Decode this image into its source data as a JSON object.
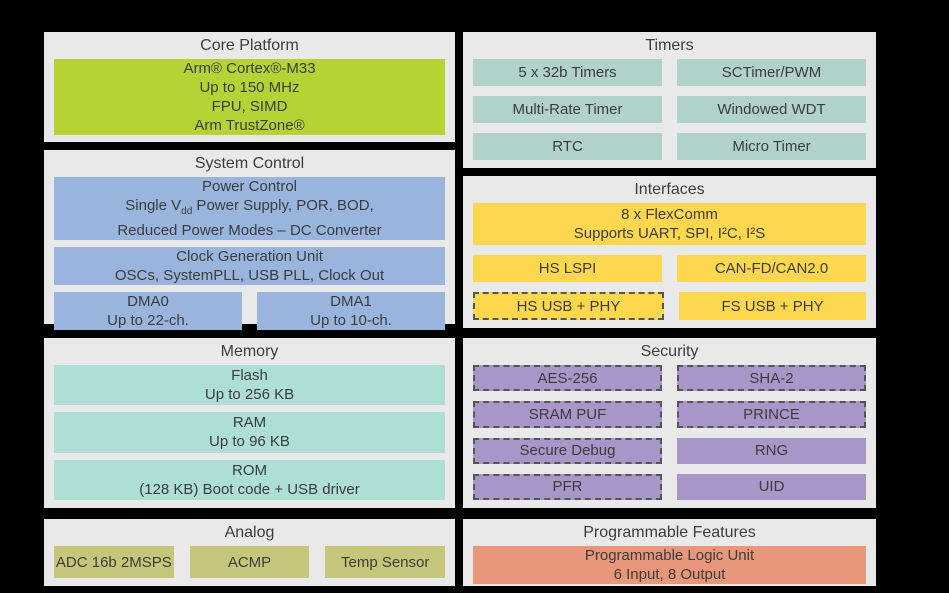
{
  "colors": {
    "background": "#000000",
    "panel_bg": "#e9e9e9",
    "panel_border": "#000000",
    "text": "#3c3c3c",
    "core_green": "#b5d334",
    "system_blue": "#99b5dd",
    "memory_teal": "#aedfd6",
    "timers_teal": "#b1d2ca",
    "interfaces_yellow": "#fdd84e",
    "security_purple": "#a996c9",
    "programmable_orange": "#e9977a",
    "analog_olive": "#c6c67b",
    "dashed_border": "#555555"
  },
  "core_platform": {
    "title": "Core Platform",
    "cpu": {
      "line1": "Arm® Cortex®-M33",
      "line2": "Up to 150 MHz",
      "line3": "FPU, SIMD",
      "line4": "Arm TrustZone®"
    }
  },
  "system_control": {
    "title": "System Control",
    "power": {
      "line1": "Power Control",
      "line2_pre": "Single V",
      "line2_sub": "dd",
      "line2_post": " Power Supply, POR, BOD,",
      "line3": "Reduced Power Modes – DC Converter"
    },
    "clock": {
      "line1": "Clock Generation Unit",
      "line2": "OSCs, SystemPLL, USB PLL, Clock Out"
    },
    "dma0": {
      "line1": "DMA0",
      "line2": "Up to 22-ch."
    },
    "dma1": {
      "line1": "DMA1",
      "line2": "Up to 10-ch."
    }
  },
  "memory": {
    "title": "Memory",
    "flash": {
      "line1": "Flash",
      "line2": "Up to 256 KB"
    },
    "ram": {
      "line1": "RAM",
      "line2": "Up to 96 KB"
    },
    "rom": {
      "line1": "ROM",
      "line2": "(128 KB) Boot code + USB driver"
    }
  },
  "analog": {
    "title": "Analog",
    "adc": "ADC 16b 2MSPS",
    "acmp": "ACMP",
    "temp": "Temp Sensor"
  },
  "timers": {
    "title": "Timers",
    "items": [
      "5 x 32b Timers",
      "SCTimer/PWM",
      "Multi-Rate Timer",
      "Windowed WDT",
      "RTC",
      "Micro Timer"
    ]
  },
  "interfaces": {
    "title": "Interfaces",
    "flexcomm": {
      "line1": "8 x FlexComm",
      "line2": "Supports UART, SPI, I²C, I²S"
    },
    "hs_lspi": "HS LSPI",
    "can": "CAN-FD/CAN2.0",
    "hs_usb": "HS USB + PHY",
    "fs_usb": "FS USB + PHY"
  },
  "security": {
    "title": "Security",
    "items": [
      {
        "label": "AES-256",
        "dashed": true
      },
      {
        "label": "SHA-2",
        "dashed": true
      },
      {
        "label": "SRAM PUF",
        "dashed": true
      },
      {
        "label": "PRINCE",
        "dashed": true
      },
      {
        "label": "Secure Debug",
        "dashed": true
      },
      {
        "label": "RNG",
        "dashed": false
      },
      {
        "label": "PFR",
        "dashed": true
      },
      {
        "label": "UID",
        "dashed": false
      }
    ]
  },
  "programmable": {
    "title": "Programmable Features",
    "plu": {
      "line1": "Programmable Logic Unit",
      "line2": "6 Input, 8 Output"
    }
  }
}
